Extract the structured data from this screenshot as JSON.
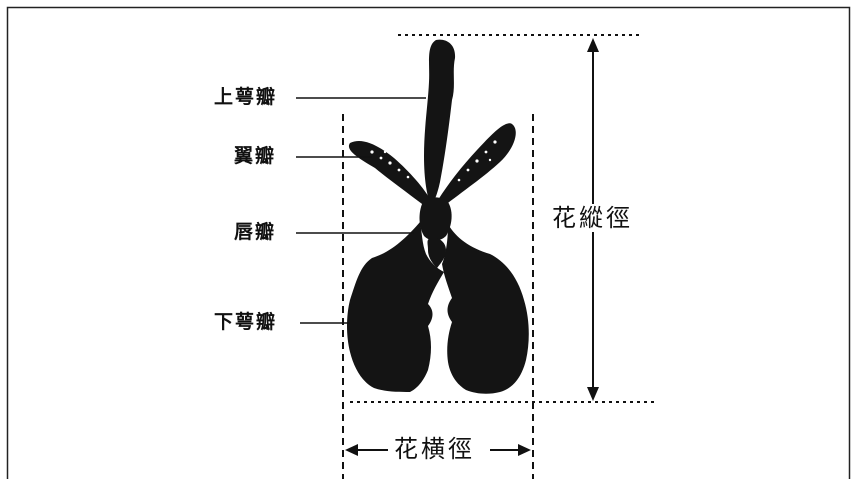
{
  "labels": {
    "upper_sepal": "上萼瓣",
    "petal": "翼瓣",
    "lip": "唇瓣",
    "lower_sepal": "下萼瓣",
    "flower_length": "花縱徑",
    "flower_width": "花横徑"
  },
  "colors": {
    "ink": "#111111",
    "flower": "#141414",
    "background": "#ffffff"
  }
}
